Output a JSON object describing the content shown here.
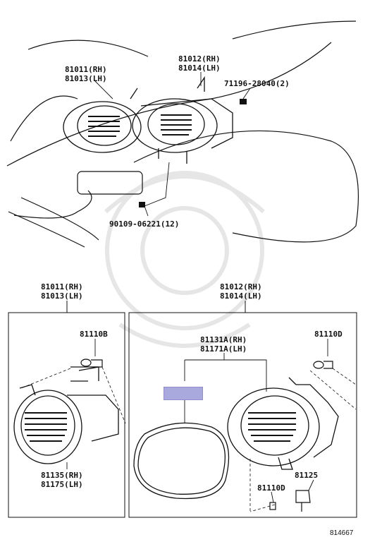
{
  "callouts": {
    "top_lamp_rh_lh": [
      "81011(RH)",
      "81013(LH)"
    ],
    "top_lamp2_rh_lh": [
      "81012(RH)",
      "81014(LH)"
    ],
    "top_screw": "71196-28040(2)",
    "top_bolt": "90109-06221(12)",
    "left_group": [
      "81011(RH)",
      "81013(LH)"
    ],
    "right_group": [
      "81012(RH)",
      "81014(LH)"
    ],
    "bulb_left": "81110B",
    "bulb_right": "81110D",
    "lens_left": [
      "81135(RH)",
      "81175(LH)"
    ],
    "gasket": [
      "81131A(RH)",
      "81171A(LH)"
    ],
    "socket": "81125",
    "bulb_small": "81110D"
  },
  "diagram_id": "814667",
  "colors": {
    "highlight": "#a9a9dd",
    "line": "#111111"
  }
}
